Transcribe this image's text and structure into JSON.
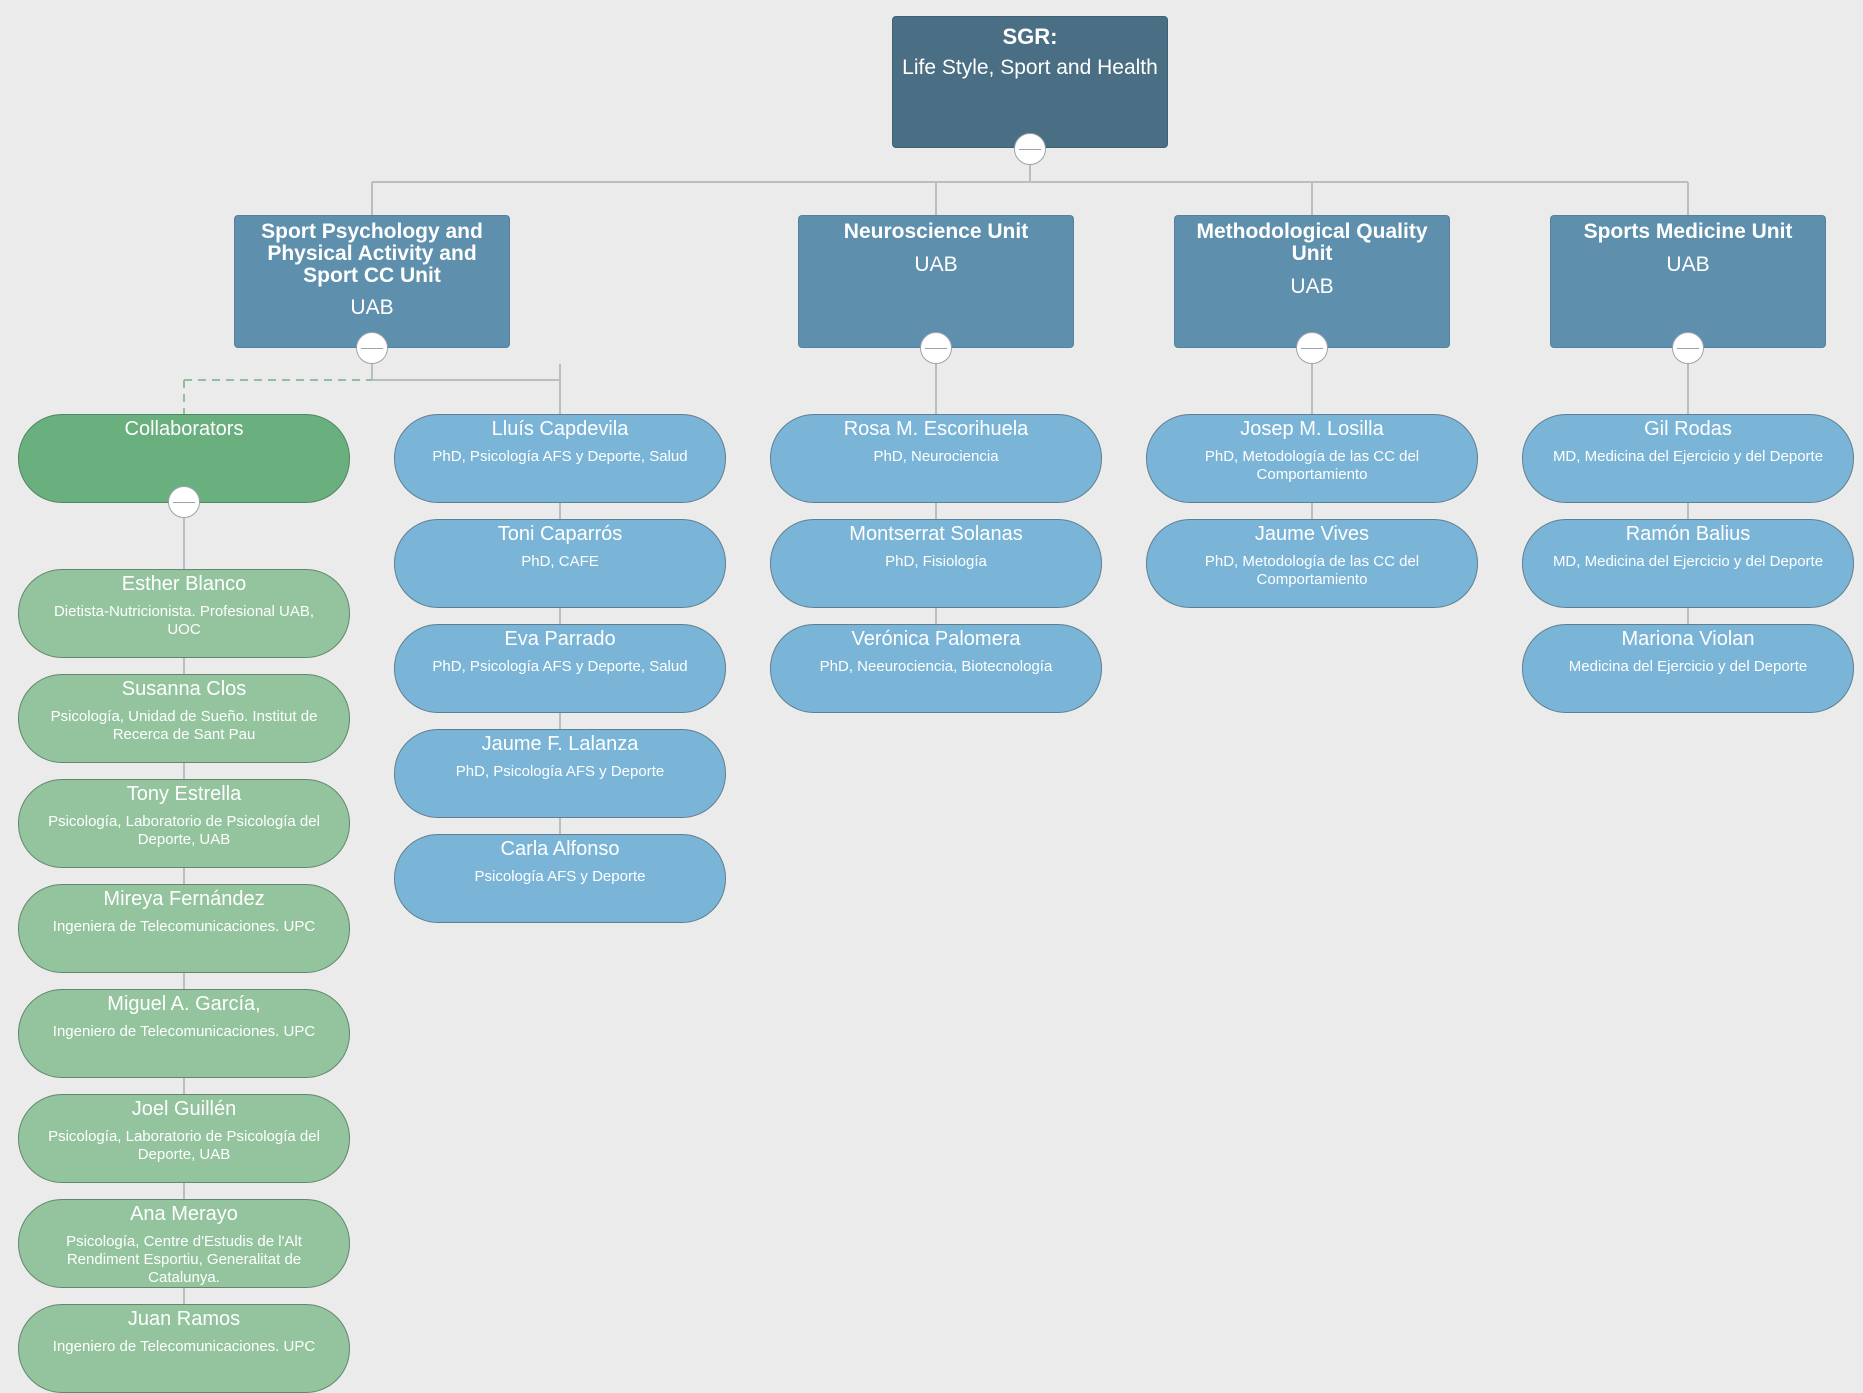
{
  "root": {
    "title": "SGR:",
    "subtitle": "Life Style, Sport and Health"
  },
  "units": [
    {
      "title": "Sport Psychology and Physical Activity and Sport CC Unit",
      "subtitle": "UAB",
      "members": [
        {
          "name": "Lluís Capdevila",
          "desc": "PhD, Psicología AFS y Deporte, Salud"
        },
        {
          "name": "Toni Caparrós",
          "desc": "PhD, CAFE"
        },
        {
          "name": "Eva Parrado",
          "desc": "PhD, Psicología AFS y Deporte, Salud"
        },
        {
          "name": "Jaume F. Lalanza",
          "desc": "PhD, Psicología AFS y Deporte"
        },
        {
          "name": "Carla Alfonso",
          "desc": "Psicología AFS y Deporte"
        }
      ]
    },
    {
      "title": "Neuroscience Unit",
      "subtitle": "UAB",
      "members": [
        {
          "name": "Rosa M. Escorihuela",
          "desc": "PhD, Neurociencia"
        },
        {
          "name": "Montserrat Solanas",
          "desc": "PhD, Fisiología"
        },
        {
          "name": "Verónica Palomera",
          "desc": "PhD, Neeurociencia, Biotecnología"
        }
      ]
    },
    {
      "title": "Methodological Quality Unit",
      "subtitle": "UAB",
      "members": [
        {
          "name": "Josep M. Losilla",
          "desc": "PhD, Metodología de las CC del Comportamiento"
        },
        {
          "name": "Jaume Vives",
          "desc": "PhD, Metodología de las CC del Comportamiento"
        }
      ]
    },
    {
      "title": "Sports Medicine Unit",
      "subtitle": "UAB",
      "members": [
        {
          "name": "Gil Rodas",
          "desc": "MD, Medicina del Ejercicio y del Deporte"
        },
        {
          "name": "Ramón Balius",
          "desc": "MD, Medicina del Ejercicio y del Deporte"
        },
        {
          "name": "Mariona Violan",
          "desc": "Medicina del Ejercicio y del Deporte"
        }
      ]
    }
  ],
  "collaborators": {
    "title": "Collaborators",
    "members": [
      {
        "name": "Esther Blanco",
        "desc": "Dietista-Nutricionista. Profesional UAB, UOC"
      },
      {
        "name": "Susanna Clos",
        "desc": "Psicología, Unidad de Sueño. Institut de Recerca de Sant Pau"
      },
      {
        "name": "Tony Estrella",
        "desc": "Psicología, Laboratorio de Psicología del Deporte, UAB"
      },
      {
        "name": "Mireya Fernández",
        "desc": "Ingeniera de Telecomunicaciones. UPC"
      },
      {
        "name": "Miguel A. García,",
        "desc": "Ingeniero de Telecomunicaciones. UPC"
      },
      {
        "name": "Joel Guillén",
        "desc": "Psicología, Laboratorio de Psicología del Deporte, UAB"
      },
      {
        "name": "Ana Merayo",
        "desc": "Psicología, Centre d'Estudis de l'Alt Rendiment Esportiu, Generalitat de Catalunya."
      },
      {
        "name": "Juan Ramos",
        "desc": "Ingeniero de Telecomunicaciones. UPC"
      }
    ]
  },
  "colors": {
    "root": "#4a6e84",
    "unit": "#5e90ae",
    "member": "#7ab5d8",
    "collaborators_header": "#6aaf7e",
    "collaborator": "#93c49e",
    "connector": "#b9bec2",
    "collaborator_link": "#8fbf9f",
    "background": "#ebebeb"
  }
}
